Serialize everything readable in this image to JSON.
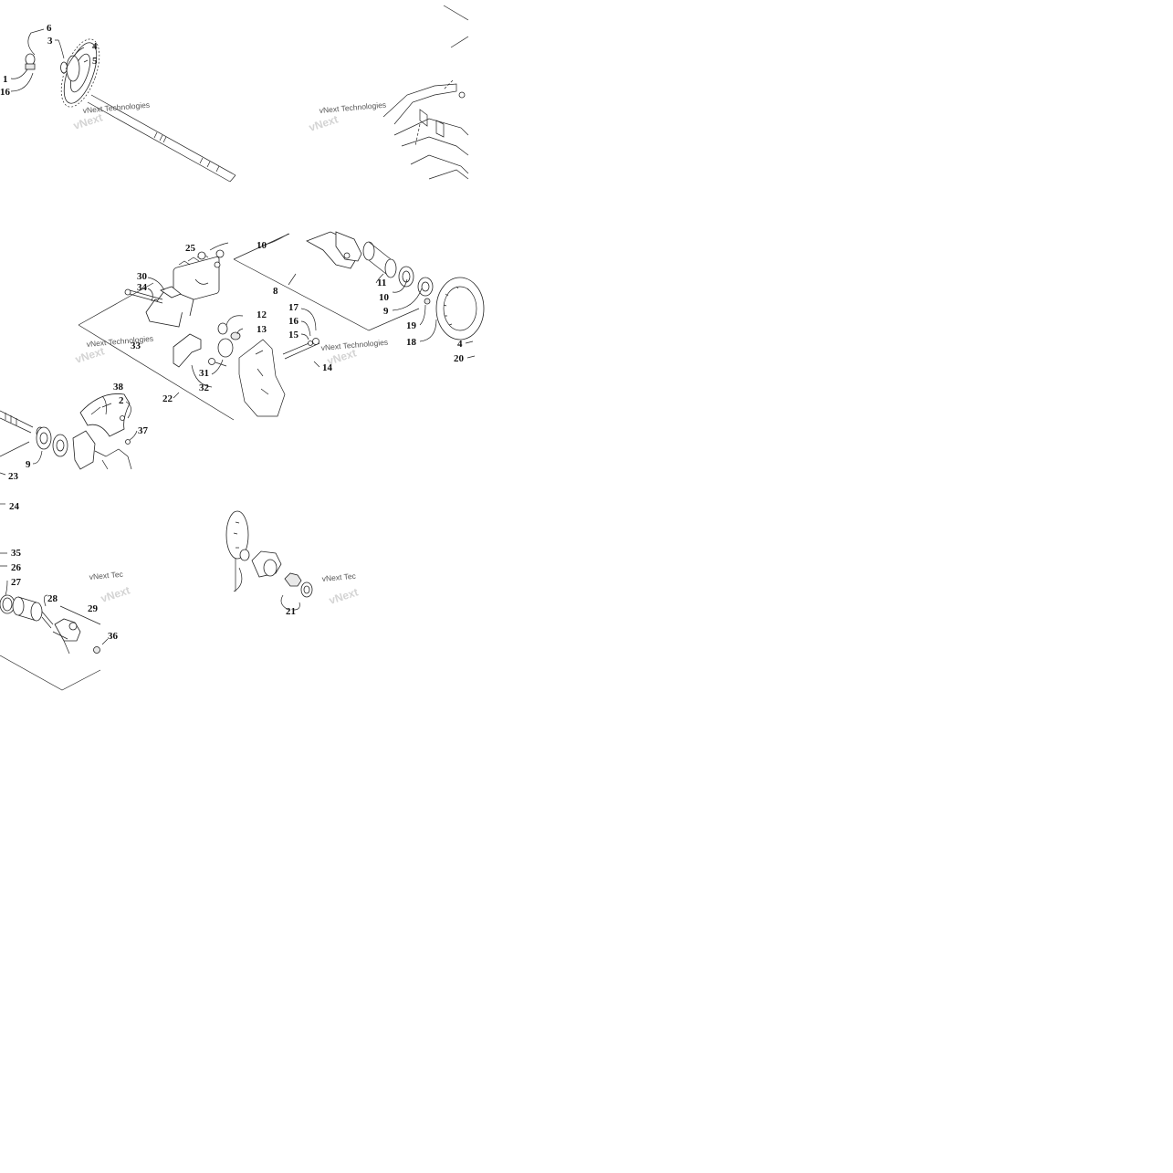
{
  "callouts": [
    {
      "id": "c-6",
      "text": "6"
    },
    {
      "id": "c-3",
      "text": "3"
    },
    {
      "id": "c-4a",
      "text": "4"
    },
    {
      "id": "c-5",
      "text": "5"
    },
    {
      "id": "c-1",
      "text": "1"
    },
    {
      "id": "c-16a",
      "text": "16"
    },
    {
      "id": "c-10a",
      "text": "10"
    },
    {
      "id": "c-25",
      "text": "25"
    },
    {
      "id": "c-11",
      "text": "11"
    },
    {
      "id": "c-10b",
      "text": "10"
    },
    {
      "id": "c-8",
      "text": "8"
    },
    {
      "id": "c-9a",
      "text": "9"
    },
    {
      "id": "c-30",
      "text": "30"
    },
    {
      "id": "c-34",
      "text": "34"
    },
    {
      "id": "c-12",
      "text": "12"
    },
    {
      "id": "c-13",
      "text": "13"
    },
    {
      "id": "c-17",
      "text": "17"
    },
    {
      "id": "c-16b",
      "text": "16"
    },
    {
      "id": "c-15",
      "text": "15"
    },
    {
      "id": "c-19",
      "text": "19"
    },
    {
      "id": "c-18",
      "text": "18"
    },
    {
      "id": "c-4b",
      "text": "4"
    },
    {
      "id": "c-20",
      "text": "20"
    },
    {
      "id": "c-33",
      "text": "33"
    },
    {
      "id": "c-14",
      "text": "14"
    },
    {
      "id": "c-31",
      "text": "31"
    },
    {
      "id": "c-32",
      "text": "32"
    },
    {
      "id": "c-22",
      "text": "22"
    },
    {
      "id": "c-38",
      "text": "38"
    },
    {
      "id": "c-2",
      "text": "2"
    },
    {
      "id": "c-37",
      "text": "37"
    },
    {
      "id": "c-9b",
      "text": "9"
    },
    {
      "id": "c-23",
      "text": "23"
    },
    {
      "id": "c-24",
      "text": "24"
    },
    {
      "id": "c-35",
      "text": "35"
    },
    {
      "id": "c-26",
      "text": "26"
    },
    {
      "id": "c-27",
      "text": "27"
    },
    {
      "id": "c-28",
      "text": "28"
    },
    {
      "id": "c-29",
      "text": "29"
    },
    {
      "id": "c-36",
      "text": "36"
    },
    {
      "id": "c-21",
      "text": "21"
    }
  ],
  "watermarks": [
    {
      "id": "wm-1",
      "text": "vNext Technologies"
    },
    {
      "id": "wm-2",
      "text": "vNext Technologies"
    },
    {
      "id": "wm-3",
      "text": "vNext Technologies"
    },
    {
      "id": "wm-4",
      "text": "vNext Technologies"
    },
    {
      "id": "wm-5",
      "text": "vNext Tec"
    },
    {
      "id": "wm-6",
      "text": "vNext Tec"
    }
  ]
}
